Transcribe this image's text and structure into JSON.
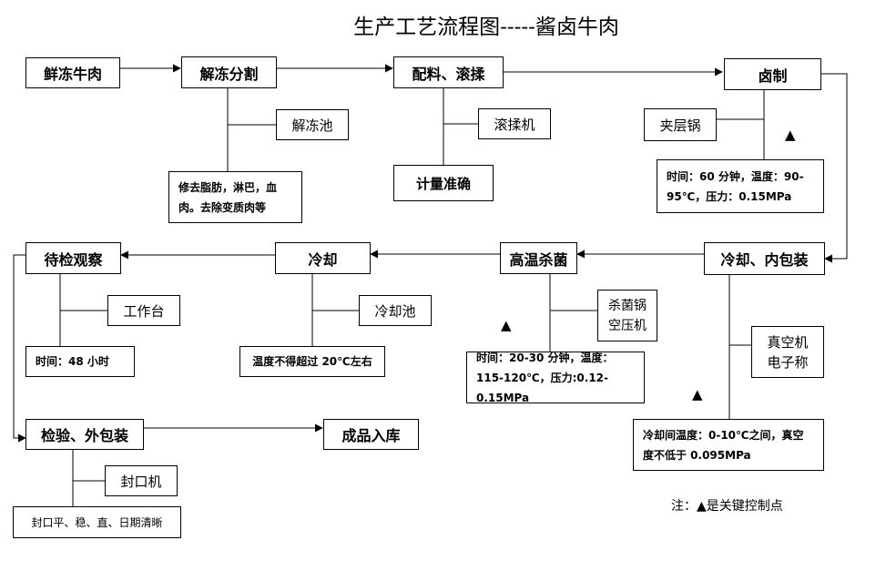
{
  "title": "生产工艺流程图-----酱卤牛肉",
  "steps": {
    "s1": "鲜冻牛肉",
    "s2": "解冻分割",
    "s3": "配料、滚揉",
    "s4": "卤制",
    "s5": "冷却、内包装",
    "s6": "高温杀菌",
    "s7": "冷却",
    "s8": "待检观察",
    "s9": "检验、外包装",
    "s10": "成品入库"
  },
  "equipment": {
    "e2": "解冻池",
    "e3": "滚揉机",
    "e4": "夹层锅",
    "e5a": "真空机",
    "e5b": "电子称",
    "e6a": "杀菌锅",
    "e6b": "空压机",
    "e7": "冷却池",
    "e8": "工作台",
    "e9": "封口机"
  },
  "notes": {
    "n2": "修去脂肪，淋巴，血肉。去除变质肉等",
    "n3": "计量准确",
    "n4": "时间：60 分钟，温度：90-95℃，压力：0.15MPa",
    "n5": "冷却间温度：0-10℃之间，真空度不低于 0.095MPa",
    "n6": "时间：20-30 分钟，温度：115-120℃，压力:0.12-0.15MPa",
    "n7": "温度不得超过 20℃左右",
    "n8": "时间：48 小时",
    "n9": "封口平、稳、直、日期清晰"
  },
  "key_marker": "▲",
  "legend": "注：▲是关键控制点"
}
